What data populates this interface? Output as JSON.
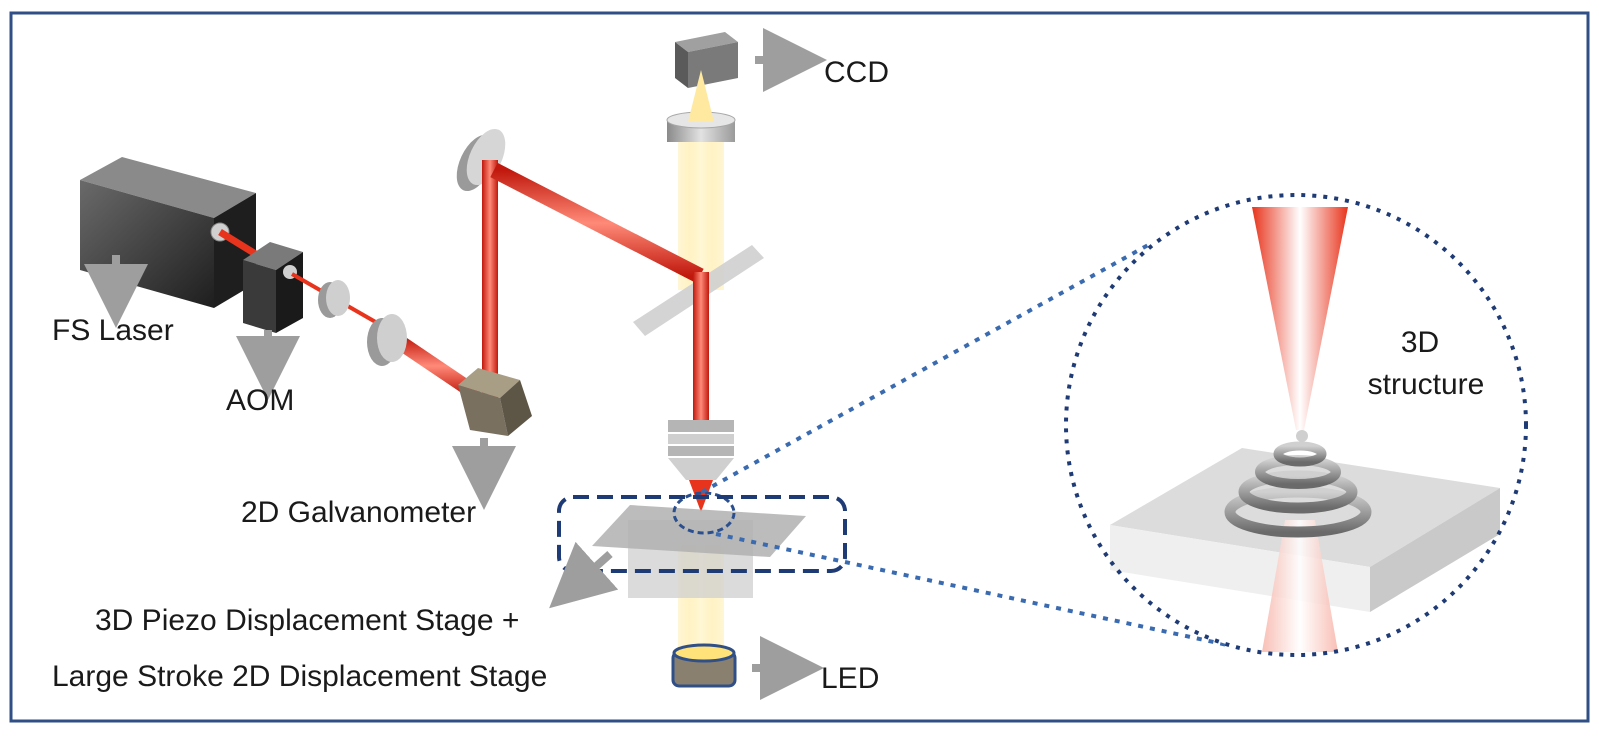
{
  "labels": {
    "ccd": "CCD",
    "fs_laser": "FS Laser",
    "aom": "AOM",
    "galvanometer": "2D Galvanometer",
    "stage_line1": "3D Piezo Displacement Stage +",
    "stage_line2": "Large Stroke 2D Displacement Stage",
    "led": "LED",
    "structure_line1": "3D",
    "structure_line2": "structure"
  },
  "colors": {
    "frame": "#2f4f86",
    "laser_red": "#e8341c",
    "imaging_yellow": "#ffe27a",
    "dashed_box": "#1f3b75",
    "dotted_circle": "#1f3b75",
    "arrow_gray": "#9e9e9e"
  }
}
